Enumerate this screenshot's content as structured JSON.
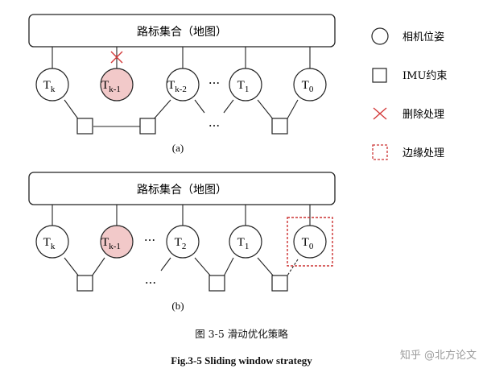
{
  "diagram_a": {
    "map_label": "路标集合（地图）",
    "poses": [
      {
        "base": "T",
        "sub": "k",
        "deleted": false
      },
      {
        "base": "T",
        "sub": "k-1",
        "deleted": true
      },
      {
        "base": "T",
        "sub": "k-2",
        "deleted": false
      },
      {
        "base": "T",
        "sub": "1",
        "deleted": false
      },
      {
        "base": "T",
        "sub": "0",
        "deleted": false
      }
    ],
    "ellipsis": "···",
    "label": "(a)"
  },
  "diagram_b": {
    "map_label": "路标集合（地图）",
    "poses": [
      {
        "base": "T",
        "sub": "k",
        "deleted": false
      },
      {
        "base": "T",
        "sub": "k-1",
        "deleted": true
      },
      {
        "base": "T",
        "sub": "2",
        "deleted": false
      },
      {
        "base": "T",
        "sub": "1",
        "deleted": false
      },
      {
        "base": "T",
        "sub": "0",
        "deleted": false
      }
    ],
    "ellipsis": "···",
    "label": "(b)"
  },
  "legend": {
    "camera_pose": "相机位姿",
    "imu_constraint": "IMU约束",
    "delete": "删除处理",
    "marginalize": "边缘处理"
  },
  "caption_cn": "图 3-5  滑动优化策略",
  "caption_en": "Fig.3-5 Sliding window strategy",
  "watermark": "知乎 @北方论文",
  "colors": {
    "deleted_fill": "#f2c9c9",
    "cross": "#d33a3a",
    "marginalize_box": "#cc3333"
  }
}
